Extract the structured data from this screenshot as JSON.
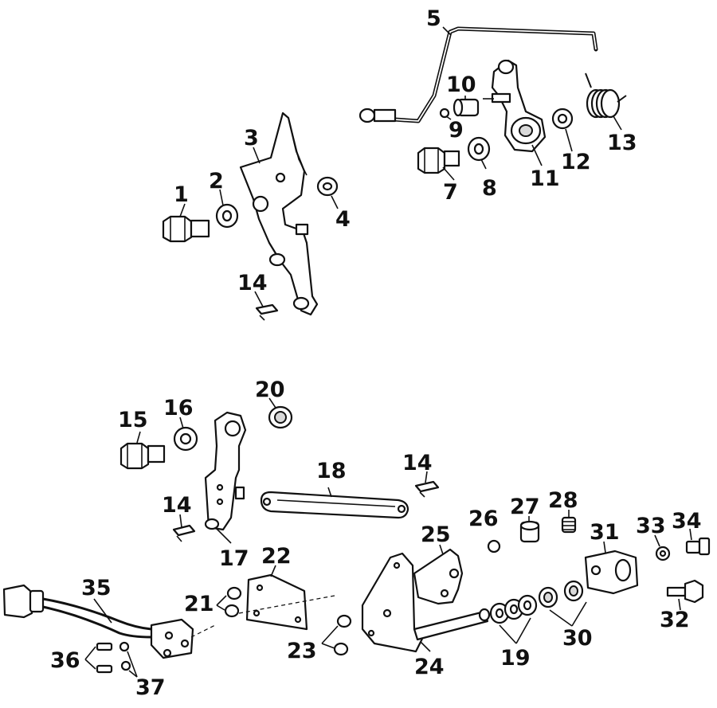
{
  "labels": {
    "l1": "1",
    "l2": "2",
    "l3": "3",
    "l4": "4",
    "l5": "5",
    "l7": "7",
    "l8": "8",
    "l9": "9",
    "l10": "10",
    "l11": "11",
    "l12": "12",
    "l13": "13",
    "l14a": "14",
    "l14b": "14",
    "l14c": "14",
    "l15": "15",
    "l16": "16",
    "l17": "17",
    "l18": "18",
    "l19": "19",
    "l20": "20",
    "l21": "21",
    "l22": "22",
    "l23": "23",
    "l24": "24",
    "l25": "25",
    "l26": "26",
    "l27": "27",
    "l28": "28",
    "l30": "30",
    "l31": "31",
    "l32": "32",
    "l33": "33",
    "l34": "34",
    "l35": "35",
    "l36": "36",
    "l37": "37"
  }
}
